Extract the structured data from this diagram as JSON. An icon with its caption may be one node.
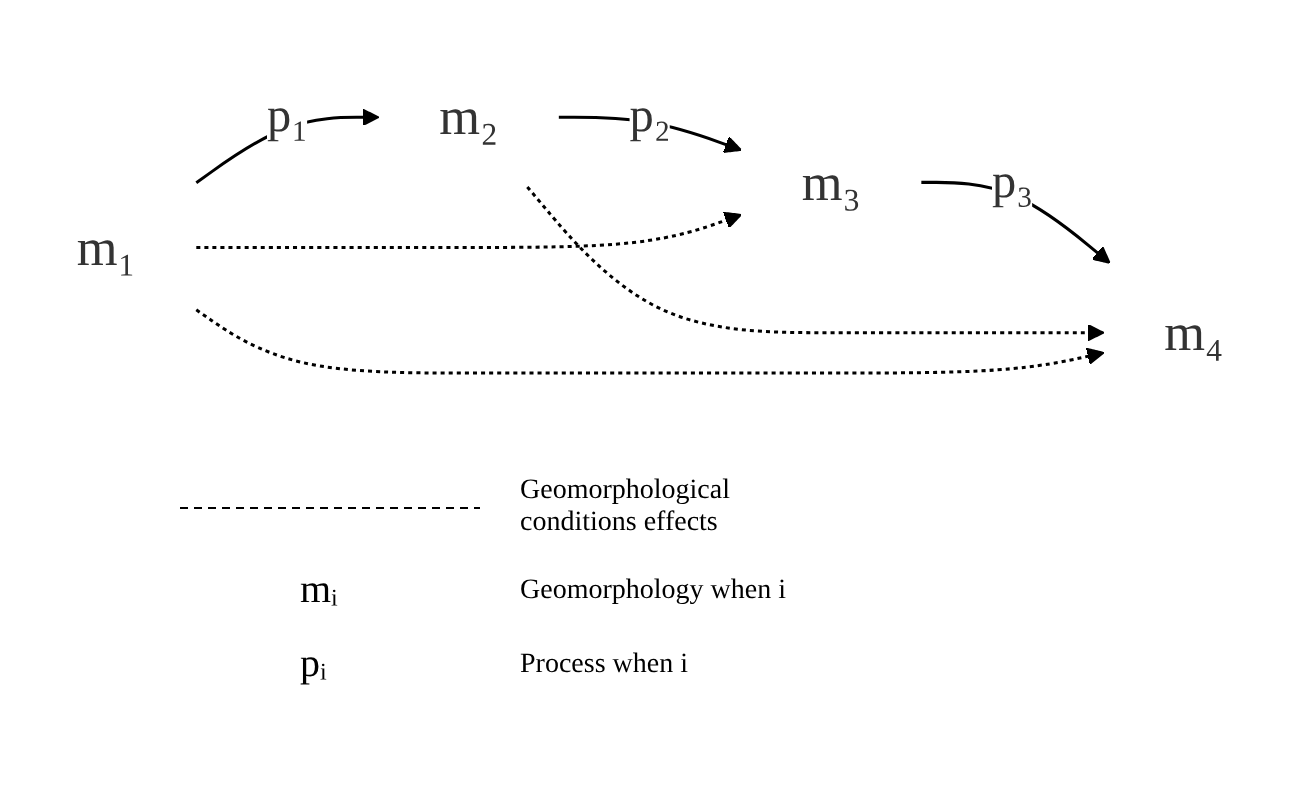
{
  "diagram": {
    "nodes": [
      {
        "text": [
          "m₁"
        ]
      },
      {
        "text": [
          "m₂"
        ]
      },
      {
        "text": [
          "m₃"
        ]
      },
      {
        "text": [
          "m₄"
        ]
      }
    ],
    "edges": [
      {
        "from": 0,
        "to": 1,
        "arrow": "to",
        "label": "p₁"
      },
      {
        "from": 1,
        "to": 2,
        "arrow": "to",
        "label": "p₂"
      },
      {
        "from": 2,
        "to": 3,
        "arrow": "to",
        "label": "p₃"
      },
      {
        "from": 1,
        "to": 3,
        "arrow": "to",
        "style": "dashed"
      },
      {
        "from": 0,
        "to": 2,
        "arrow": "to",
        "style": "dashed"
      },
      {
        "from": 0,
        "to": 3,
        "arrow": "to",
        "style": "dashed"
      }
    ],
    "labels": [
      "mᵢ",
      "Geomorphology when i",
      "pᵢ",
      "Process when i"
    ],
    "legend": [
      {
        "text": "Geomorphological conditions effects"
      }
    ]
  }
}
